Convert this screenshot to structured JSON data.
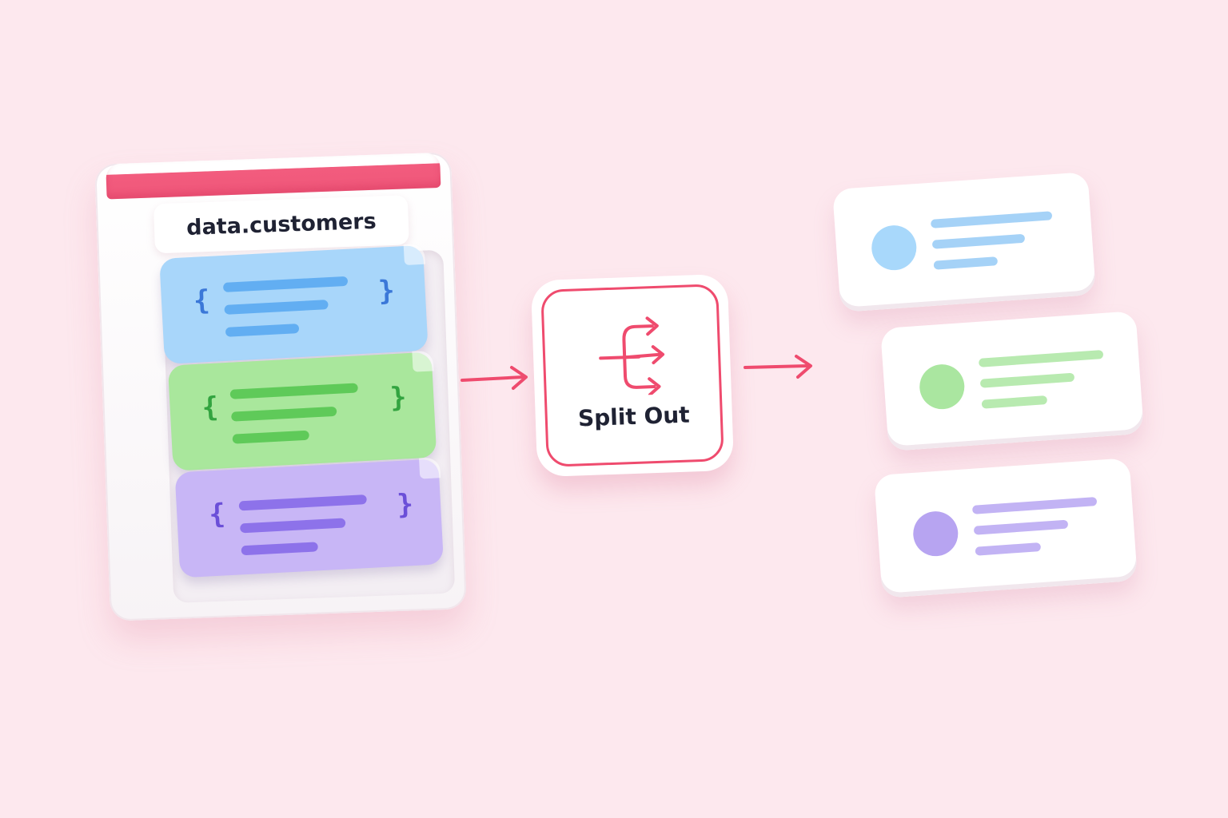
{
  "diagram": {
    "source": {
      "label": "data.customers",
      "records": [
        {
          "color": "blue",
          "fill": "#a8d6fa",
          "accent": "#62aef2",
          "brace": "#3b78d8"
        },
        {
          "color": "green",
          "fill": "#a9e79c",
          "accent": "#5fca59",
          "brace": "#33a440"
        },
        {
          "color": "purple",
          "fill": "#c8b6f6",
          "accent": "#8d72ea",
          "brace": "#6b4fd8"
        }
      ],
      "brace_open": "{",
      "brace_close": "}"
    },
    "node": {
      "label": "Split Out",
      "icon": "split-arrows-icon",
      "accent": "#ef4b6e"
    },
    "outputs": [
      {
        "color": "blue",
        "avatar": "#a8d8fb",
        "line": "#a5d2f7"
      },
      {
        "color": "green",
        "avatar": "#aae6a0",
        "line": "#b8eab0"
      },
      {
        "color": "purple",
        "avatar": "#b7a4f1",
        "line": "#c2b3f4"
      }
    ],
    "connector_color": "#ef4b6e"
  }
}
